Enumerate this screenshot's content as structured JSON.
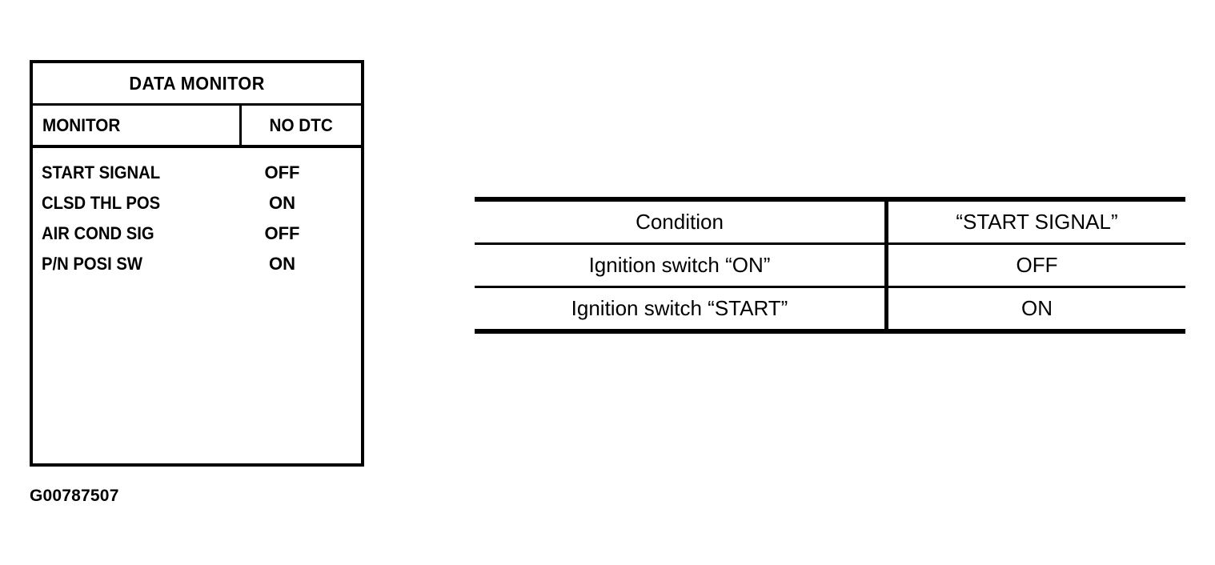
{
  "data_monitor": {
    "title": "DATA MONITOR",
    "columns": {
      "monitor": "MONITOR",
      "status": "NO DTC"
    },
    "rows": [
      {
        "label": "START SIGNAL",
        "value": "OFF"
      },
      {
        "label": "CLSD THL POS",
        "value": "ON"
      },
      {
        "label": "AIR COND SIG",
        "value": "OFF"
      },
      {
        "label": "P/N POSI SW",
        "value": "ON"
      }
    ]
  },
  "condition_table": {
    "headers": {
      "condition": "Condition",
      "signal": "“START SIGNAL”"
    },
    "rows": [
      {
        "condition": "Ignition switch “ON”",
        "signal": "OFF"
      },
      {
        "condition": "Ignition switch “START”",
        "signal": "ON"
      }
    ]
  },
  "caption": {
    "figure_id": "G00787507"
  },
  "colors": {
    "ink": "#000000",
    "paper": "#ffffff"
  }
}
